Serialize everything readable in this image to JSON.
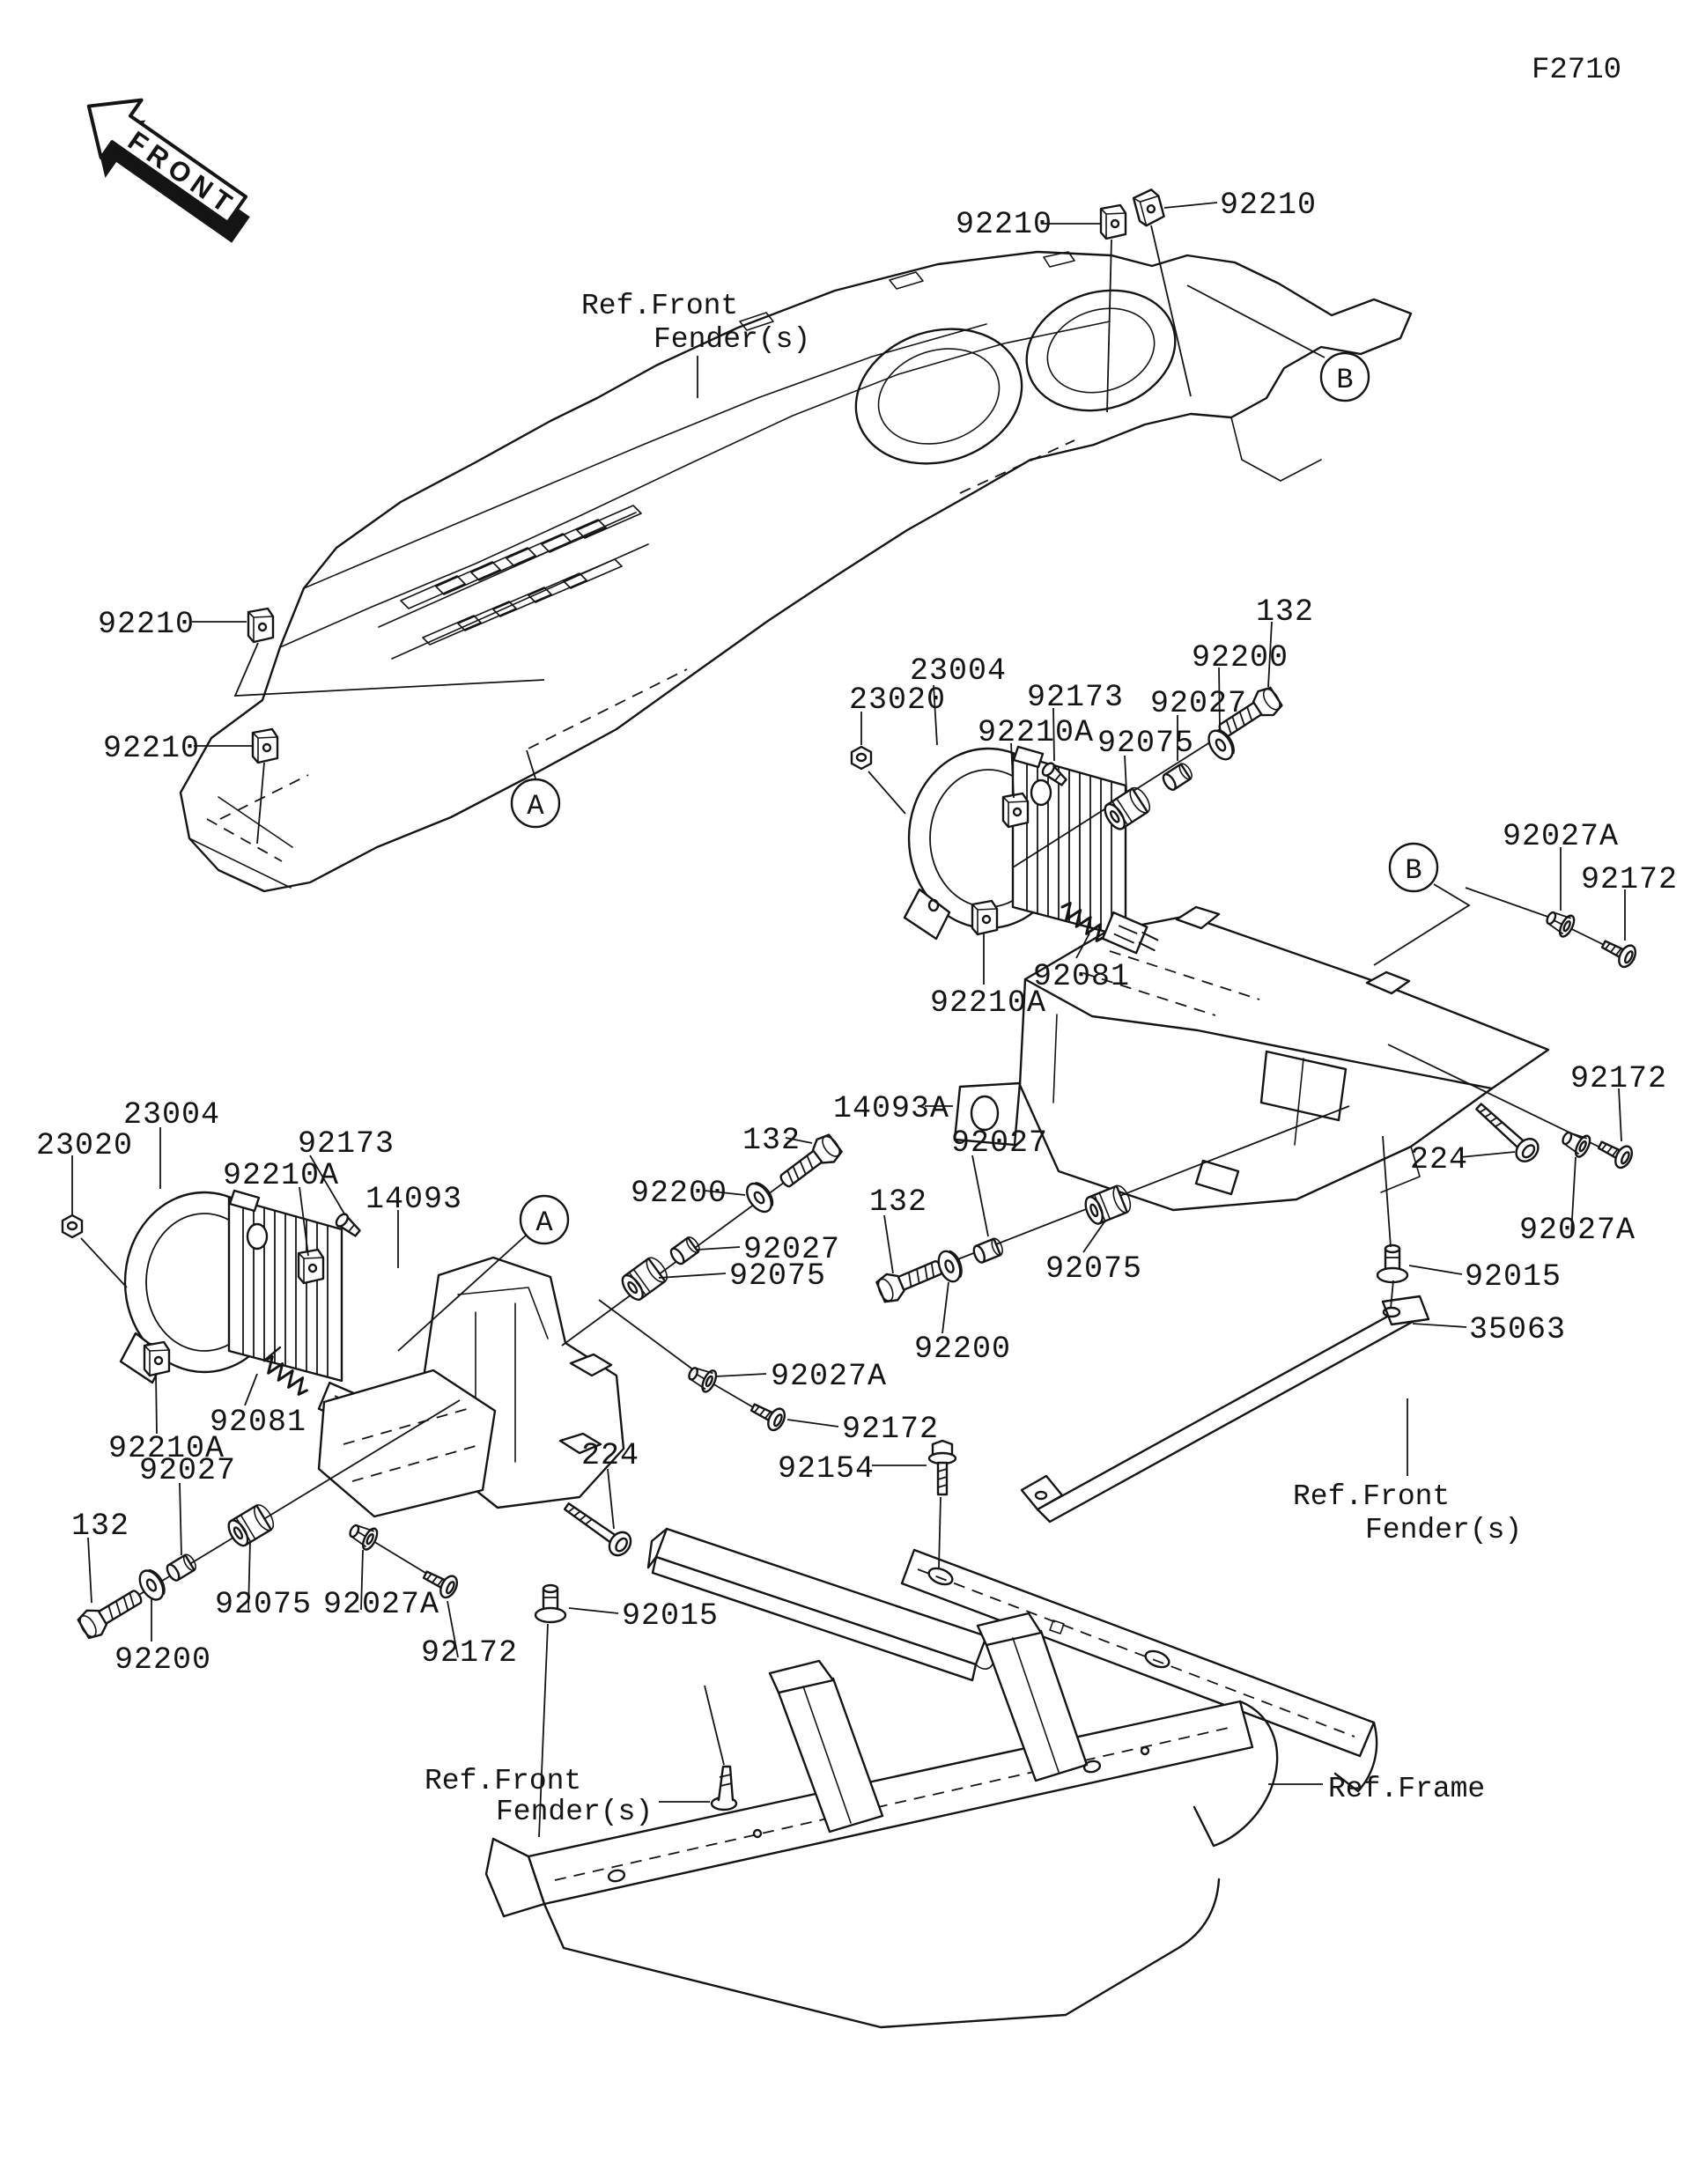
{
  "diagram": {
    "code": "F2710",
    "front_marker": "FRONT"
  },
  "markers": {
    "a": "A",
    "b": "B"
  },
  "references": {
    "front_fender": [
      "Ref.Front",
      "Fender(s)"
    ],
    "frame": "Ref.Frame"
  },
  "part_labels": [
    "92210",
    "92210",
    "92210",
    "92210",
    "23020",
    "23004",
    "92173",
    "92210A",
    "92075",
    "92027",
    "92200",
    "132",
    "92027A",
    "92172",
    "92210A",
    "92081",
    "14093A",
    "132",
    "92200",
    "92027",
    "132",
    "92027",
    "92075",
    "92075",
    "92200",
    "224",
    "92172",
    "92027A",
    "92015",
    "35063",
    "23020",
    "23004",
    "92173",
    "92210A",
    "14093",
    "92210A",
    "92081",
    "92027",
    "132",
    "92200",
    "92075",
    "92027A",
    "92172",
    "92027A",
    "92172",
    "92154",
    "224",
    "92015"
  ]
}
